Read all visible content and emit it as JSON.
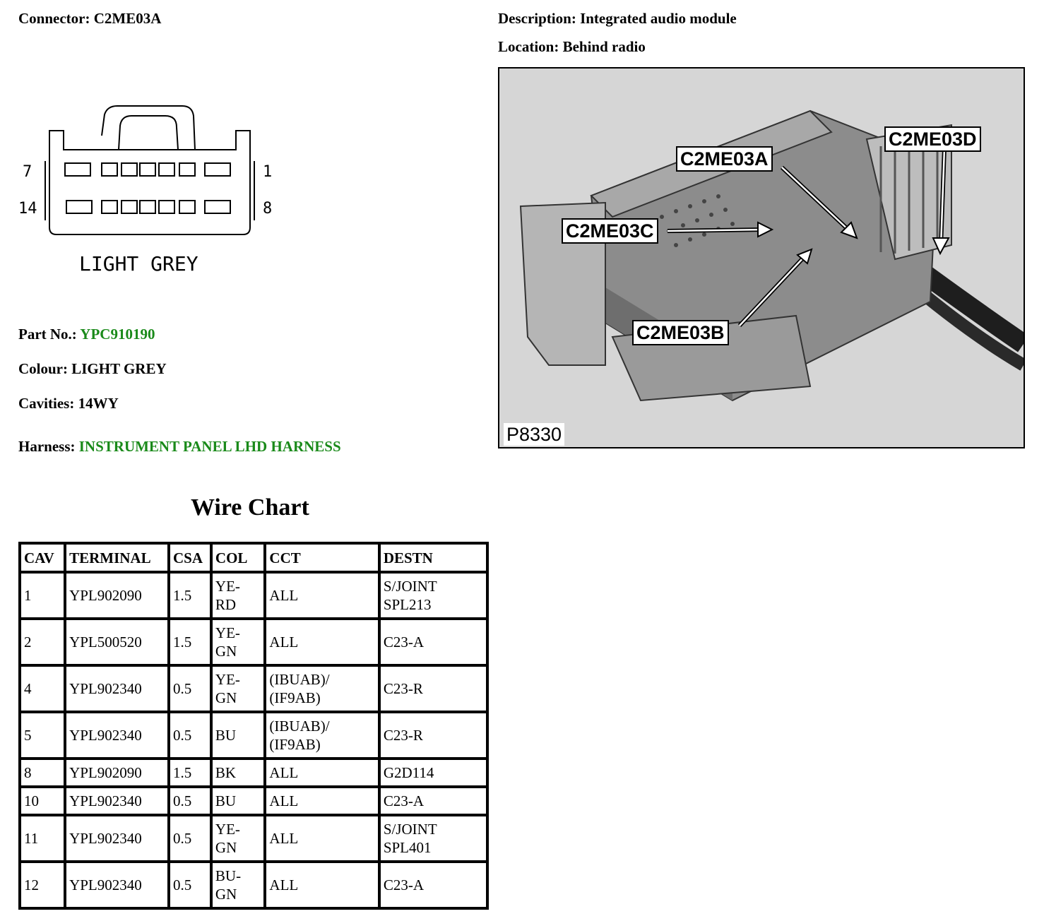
{
  "connector": {
    "label": "Connector:",
    "value": "C2ME03A"
  },
  "description": {
    "label": "Description:",
    "value": "Integrated audio module"
  },
  "location": {
    "label": "Location:",
    "value": "Behind radio"
  },
  "diagram": {
    "pin_labels": {
      "top_left": "7",
      "top_right": "1",
      "bottom_left": "14",
      "bottom_right": "8"
    },
    "colour_caption": "LIGHT GREY"
  },
  "part_no": {
    "label": "Part No.:",
    "value": "YPC910190"
  },
  "colour": {
    "label": "Colour:",
    "value": "LIGHT GREY"
  },
  "cavities": {
    "label": "Cavities:",
    "value": "14WY"
  },
  "harness": {
    "label": "Harness:",
    "value": "INSTRUMENT PANEL LHD HARNESS"
  },
  "photo": {
    "callouts": [
      "C2ME03D",
      "C2ME03A",
      "C2ME03C",
      "C2ME03B"
    ],
    "id": "P8330"
  },
  "wire_chart": {
    "title": "Wire Chart",
    "headers": [
      "CAV",
      "TERMINAL",
      "CSA",
      "COL",
      "CCT",
      "DESTN"
    ],
    "rows": [
      {
        "cav": "1",
        "terminal": "YPL902090",
        "csa": "1.5",
        "col": "YE-\nRD",
        "cct": "ALL",
        "destn": "S/JOINT\nSPL213"
      },
      {
        "cav": "2",
        "terminal": "YPL500520",
        "csa": "1.5",
        "col": "YE-\nGN",
        "cct": "ALL",
        "destn": "C23-A"
      },
      {
        "cav": "4",
        "terminal": "YPL902340",
        "csa": "0.5",
        "col": "YE-\nGN",
        "cct": "(IBUAB)/\n(IF9AB)",
        "destn": "C23-R"
      },
      {
        "cav": "5",
        "terminal": "YPL902340",
        "csa": "0.5",
        "col": "BU",
        "cct": "(IBUAB)/\n(IF9AB)",
        "destn": "C23-R"
      },
      {
        "cav": "8",
        "terminal": "YPL902090",
        "csa": "1.5",
        "col": "BK",
        "cct": "ALL",
        "destn": "G2D114"
      },
      {
        "cav": "10",
        "terminal": "YPL902340",
        "csa": "0.5",
        "col": "BU",
        "cct": "ALL",
        "destn": "C23-A"
      },
      {
        "cav": "11",
        "terminal": "YPL902340",
        "csa": "0.5",
        "col": "YE-\nGN",
        "cct": "ALL",
        "destn": "S/JOINT\nSPL401"
      },
      {
        "cav": "12",
        "terminal": "YPL902340",
        "csa": "0.5",
        "col": "BU-\nGN",
        "cct": "ALL",
        "destn": "C23-A"
      }
    ]
  },
  "colors": {
    "link_green": "#1a8a1a",
    "photo_bg": "#d6d6d6"
  }
}
